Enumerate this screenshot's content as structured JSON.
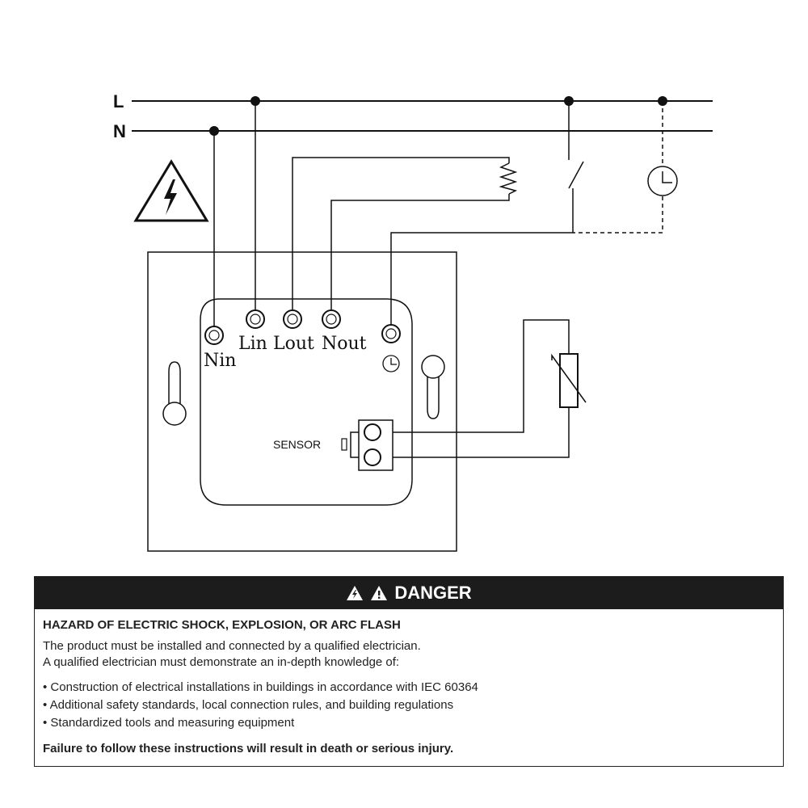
{
  "diagram": {
    "rails": {
      "line": "L",
      "neutral": "N"
    },
    "terminals": {
      "nin": "Nin",
      "lin": "Lin",
      "lout": "Lout",
      "nout": "Nout"
    },
    "sensor_label": "SENSOR"
  },
  "danger": {
    "header": "DANGER",
    "hazard_title": "HAZARD OF ELECTRIC SHOCK, EXPLOSION, OR ARC FLASH",
    "lines": [
      "The product must be installed and connected by a qualified electrician.",
      "A qualified electrician must demonstrate an in-depth knowledge of:"
    ],
    "bullets": [
      "Construction of electrical installations in buildings in accordance with IEC 60364",
      "Additional safety standards, local connection rules, and building regulations",
      "Standardized tools and measuring equipment"
    ],
    "footer": "Failure to follow these instructions will result in death or serious injury."
  },
  "colors": {
    "ink": "#111111",
    "header_bg": "#1c1c1c",
    "header_text": "#ffffff"
  }
}
